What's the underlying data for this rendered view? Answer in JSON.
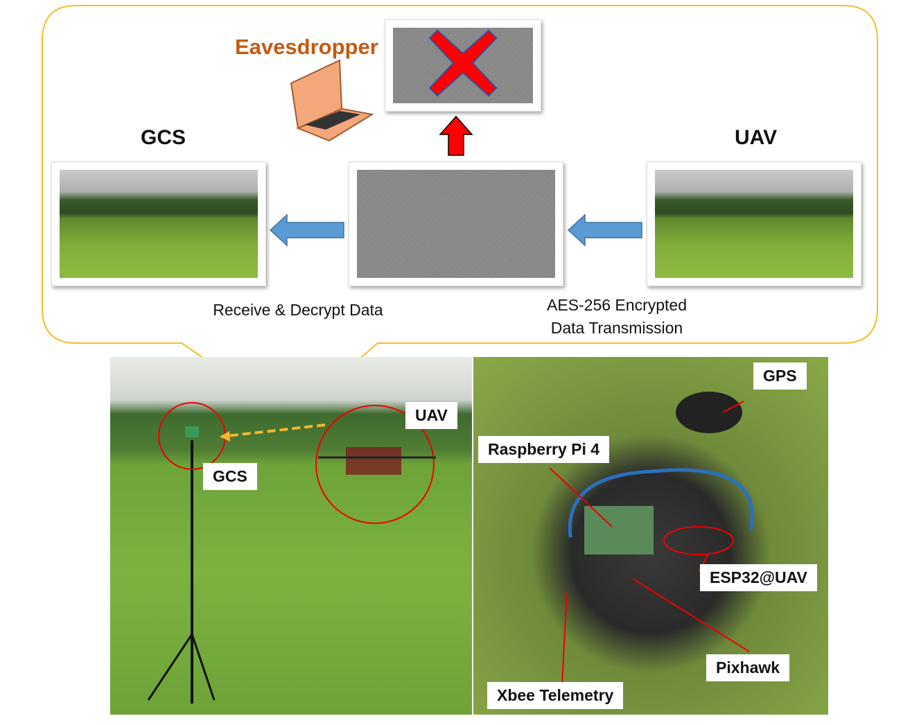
{
  "top": {
    "eavesdropper": "Eavesdropper",
    "gcs_title": "GCS",
    "uav_title": "UAV",
    "receive_caption": "Receive & Decrypt Data",
    "encrypted_caption_line1": "AES-256 Encrypted",
    "encrypted_caption_line2": "Data Transmission"
  },
  "photo_left": {
    "uav_label": "UAV",
    "gcs_label": "GCS"
  },
  "photo_right": {
    "gps": "GPS",
    "raspberry": "Raspberry Pi 4",
    "esp32": "ESP32@UAV",
    "pixhawk": "Pixhawk",
    "xbee": "Xbee Telemetry"
  },
  "colors": {
    "bubble_border": "#f0bf2a",
    "eavesdropper": "#c55a11",
    "arrow_blue": "#5b9bd5",
    "arrow_red": "#ff0000"
  }
}
